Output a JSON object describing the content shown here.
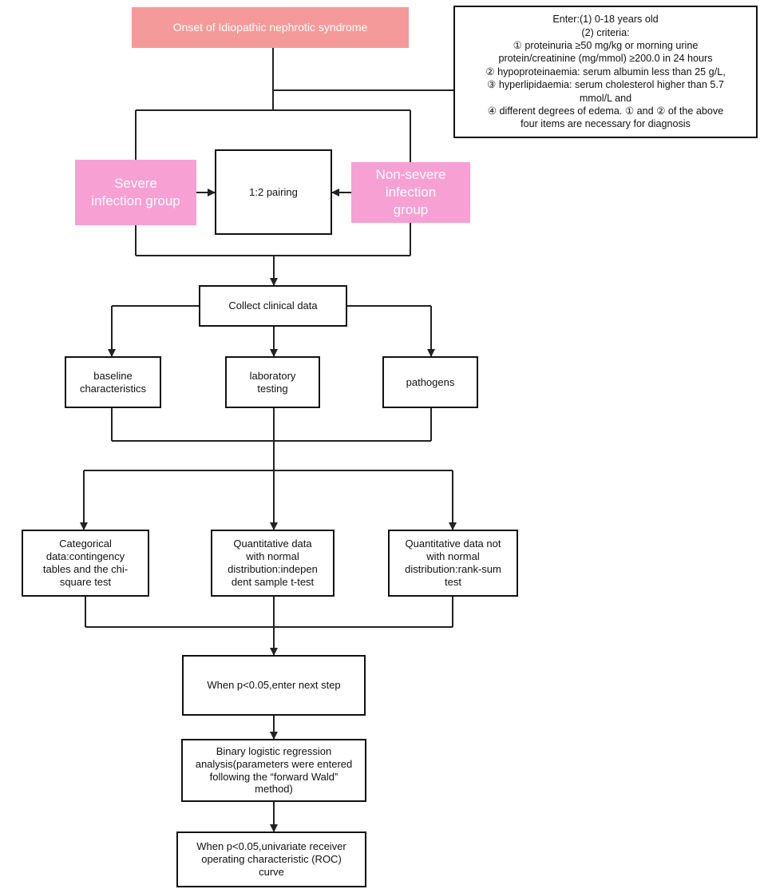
{
  "onset": "Onset of Idiopathic nephrotic syndrome",
  "criteria": [
    "Enter:(1) 0-18 years old",
    "(2)  criteria:",
    "①  proteinuria ≥50 mg/kg or morning urine",
    "protein/creatinine (mg/mmol) ≥200.0 in 24 hours",
    "② hypoproteinaemia: serum albumin less than 25 g/L,",
    "③ hyperlipidaemia: serum cholesterol higher than 5.7",
    "mmol/L and",
    "④ different degrees of edema. ① and ② of the above",
    "four items are necessary for diagnosis"
  ],
  "severe_group": [
    "Severe",
    "infection group"
  ],
  "pairing": "1:2 pairing",
  "nonsevere_group": [
    "Non-severe",
    "infection",
    "group"
  ],
  "collect": "Collect clinical data",
  "baseline": [
    "baseline",
    "characteristics"
  ],
  "laboratory": [
    "laboratory",
    "testing"
  ],
  "pathogens": "pathogens",
  "categorical": [
    "Categorical",
    "data:contingency",
    "tables and the chi-",
    "square test"
  ],
  "quant_normal": [
    "Quantitative data",
    "with normal",
    "distribution:indepen",
    "dent sample t-test"
  ],
  "quant_not_normal": [
    "Quantitative data not",
    "with normal",
    "distribution:rank-sum",
    "test"
  ],
  "next_step": "When p<0.05,enter next step",
  "logistic": [
    "Binary logistic regression",
    "analysis(parameters were entered",
    "following the  “forward Wald”",
    "method)"
  ],
  "roc": [
    "When p<0.05,univariate receiver",
    "operating characteristic (ROC)",
    "curve"
  ]
}
